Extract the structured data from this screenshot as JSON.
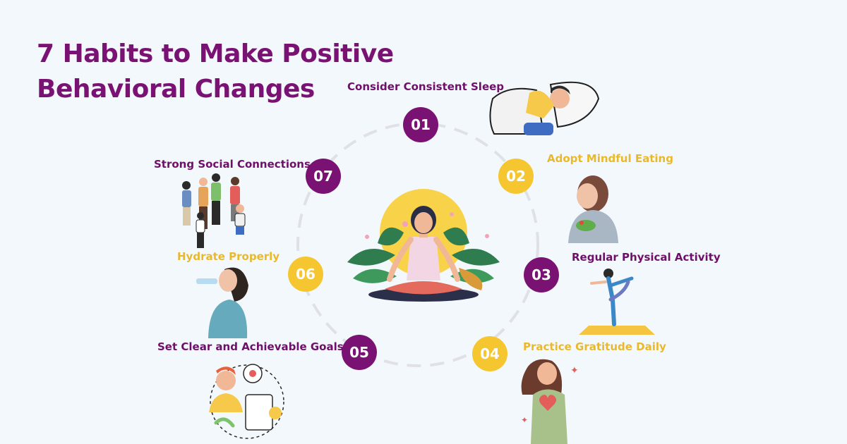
{
  "title": {
    "line1": "7 Habits to Make Positive",
    "line2": "Behavioral Changes"
  },
  "colors": {
    "purple": "#7a1273",
    "yellow": "#f6c631",
    "dash": "#e0e1e6",
    "background": "#f3f8fc"
  },
  "habits": [
    {
      "number": "01",
      "label": "Consider Consistent Sleep",
      "color": "purple",
      "icon": "sleeping-person-icon"
    },
    {
      "number": "02",
      "label": "Adopt Mindful Eating",
      "color": "yellow",
      "icon": "woman-eating-salad-icon"
    },
    {
      "number": "03",
      "label": "Regular Physical Activity",
      "color": "purple",
      "icon": "yoga-pose-icon"
    },
    {
      "number": "04",
      "label": "Practice Gratitude Daily",
      "color": "yellow",
      "icon": "woman-holding-heart-icon"
    },
    {
      "number": "05",
      "label": "Set Clear and Achievable Goals",
      "color": "purple",
      "icon": "goal-checklist-icon"
    },
    {
      "number": "06",
      "label": "Hydrate Properly",
      "color": "yellow",
      "icon": "woman-drinking-water-icon"
    },
    {
      "number": "07",
      "label": "Strong Social Connections",
      "color": "purple",
      "icon": "group-of-people-icon"
    }
  ],
  "center_icon": "meditating-woman-icon"
}
